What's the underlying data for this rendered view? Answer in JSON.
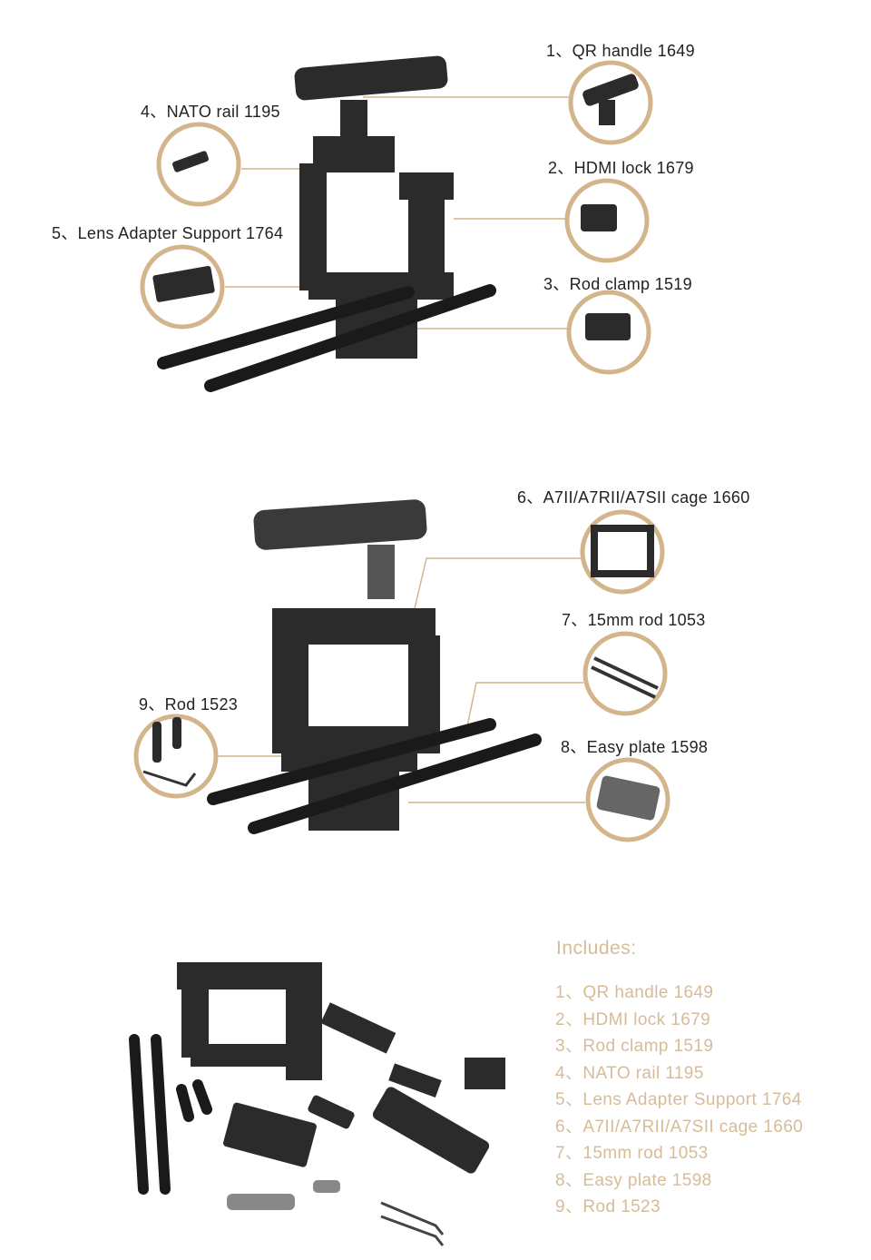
{
  "colors": {
    "accent": "#d4b48a",
    "list_text": "#d6bc98",
    "label_text": "#222222",
    "metal": "#2b2b2b"
  },
  "callouts": [
    {
      "label": "1、QR handle 1649"
    },
    {
      "label": "2、HDMI lock 1679"
    },
    {
      "label": "3、Rod clamp 1519"
    },
    {
      "label": "4、NATO rail 1195"
    },
    {
      "label": "5、Lens Adapter Support 1764"
    },
    {
      "label": "6、A7II/A7RII/A7SII cage 1660"
    },
    {
      "label": "7、15mm rod 1053"
    },
    {
      "label": "8、Easy plate 1598"
    },
    {
      "label": "9、Rod 1523"
    }
  ],
  "includes": {
    "title": "Includes:",
    "items": [
      "1、QR handle 1649",
      "2、HDMI lock 1679",
      "3、Rod clamp 1519",
      "4、NATO rail 1195",
      "5、Lens Adapter Support 1764",
      "6、A7II/A7RII/A7SII cage 1660",
      "7、15mm rod 1053",
      "8、Easy plate 1598",
      "9、Rod 1523"
    ]
  }
}
